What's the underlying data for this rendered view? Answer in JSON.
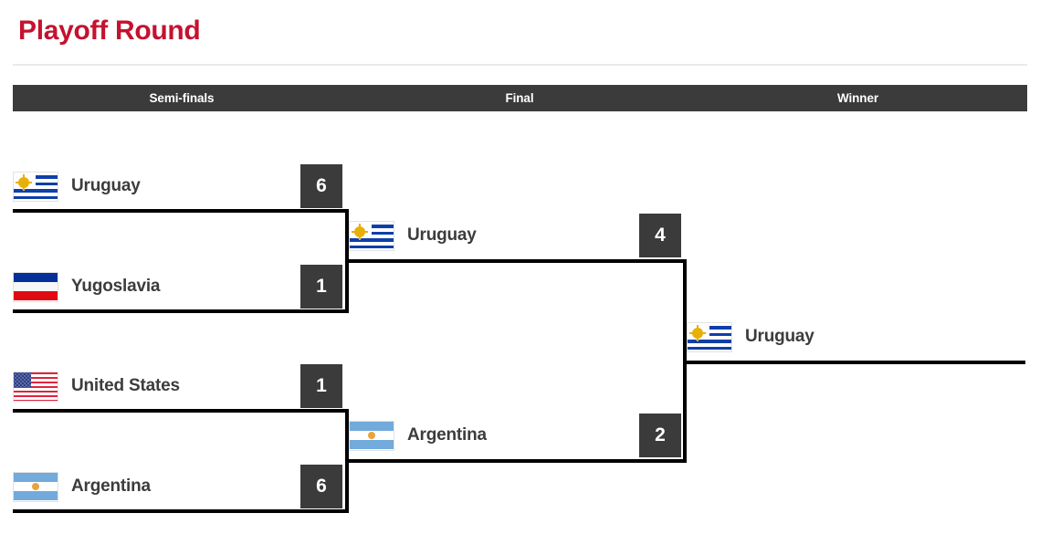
{
  "page": {
    "title": "Playoff Round",
    "accent_color": "#c4122f",
    "header_bar_color": "#3b3b3b",
    "score_box_color": "#3b3b3b",
    "bracket_line_color": "#000000"
  },
  "rounds": [
    {
      "label": "Semi-finals"
    },
    {
      "label": "Final"
    },
    {
      "label": "Winner"
    }
  ],
  "bracket": {
    "semifinals": [
      {
        "teams": [
          {
            "name": "Uruguay",
            "score": "6",
            "flag": "uruguay-flag",
            "winner": true
          },
          {
            "name": "Yugoslavia",
            "score": "1",
            "flag": "yugoslavia-flag",
            "winner": false
          }
        ]
      },
      {
        "teams": [
          {
            "name": "United States",
            "score": "1",
            "flag": "united-states-flag",
            "winner": false
          },
          {
            "name": "Argentina",
            "score": "6",
            "flag": "argentina-flag",
            "winner": true
          }
        ]
      }
    ],
    "final": {
      "teams": [
        {
          "name": "Uruguay",
          "score": "4",
          "flag": "uruguay-flag",
          "winner": true
        },
        {
          "name": "Argentina",
          "score": "2",
          "flag": "argentina-flag",
          "winner": false
        }
      ]
    },
    "winner": {
      "name": "Uruguay",
      "score": "",
      "flag": "uruguay-flag"
    }
  }
}
